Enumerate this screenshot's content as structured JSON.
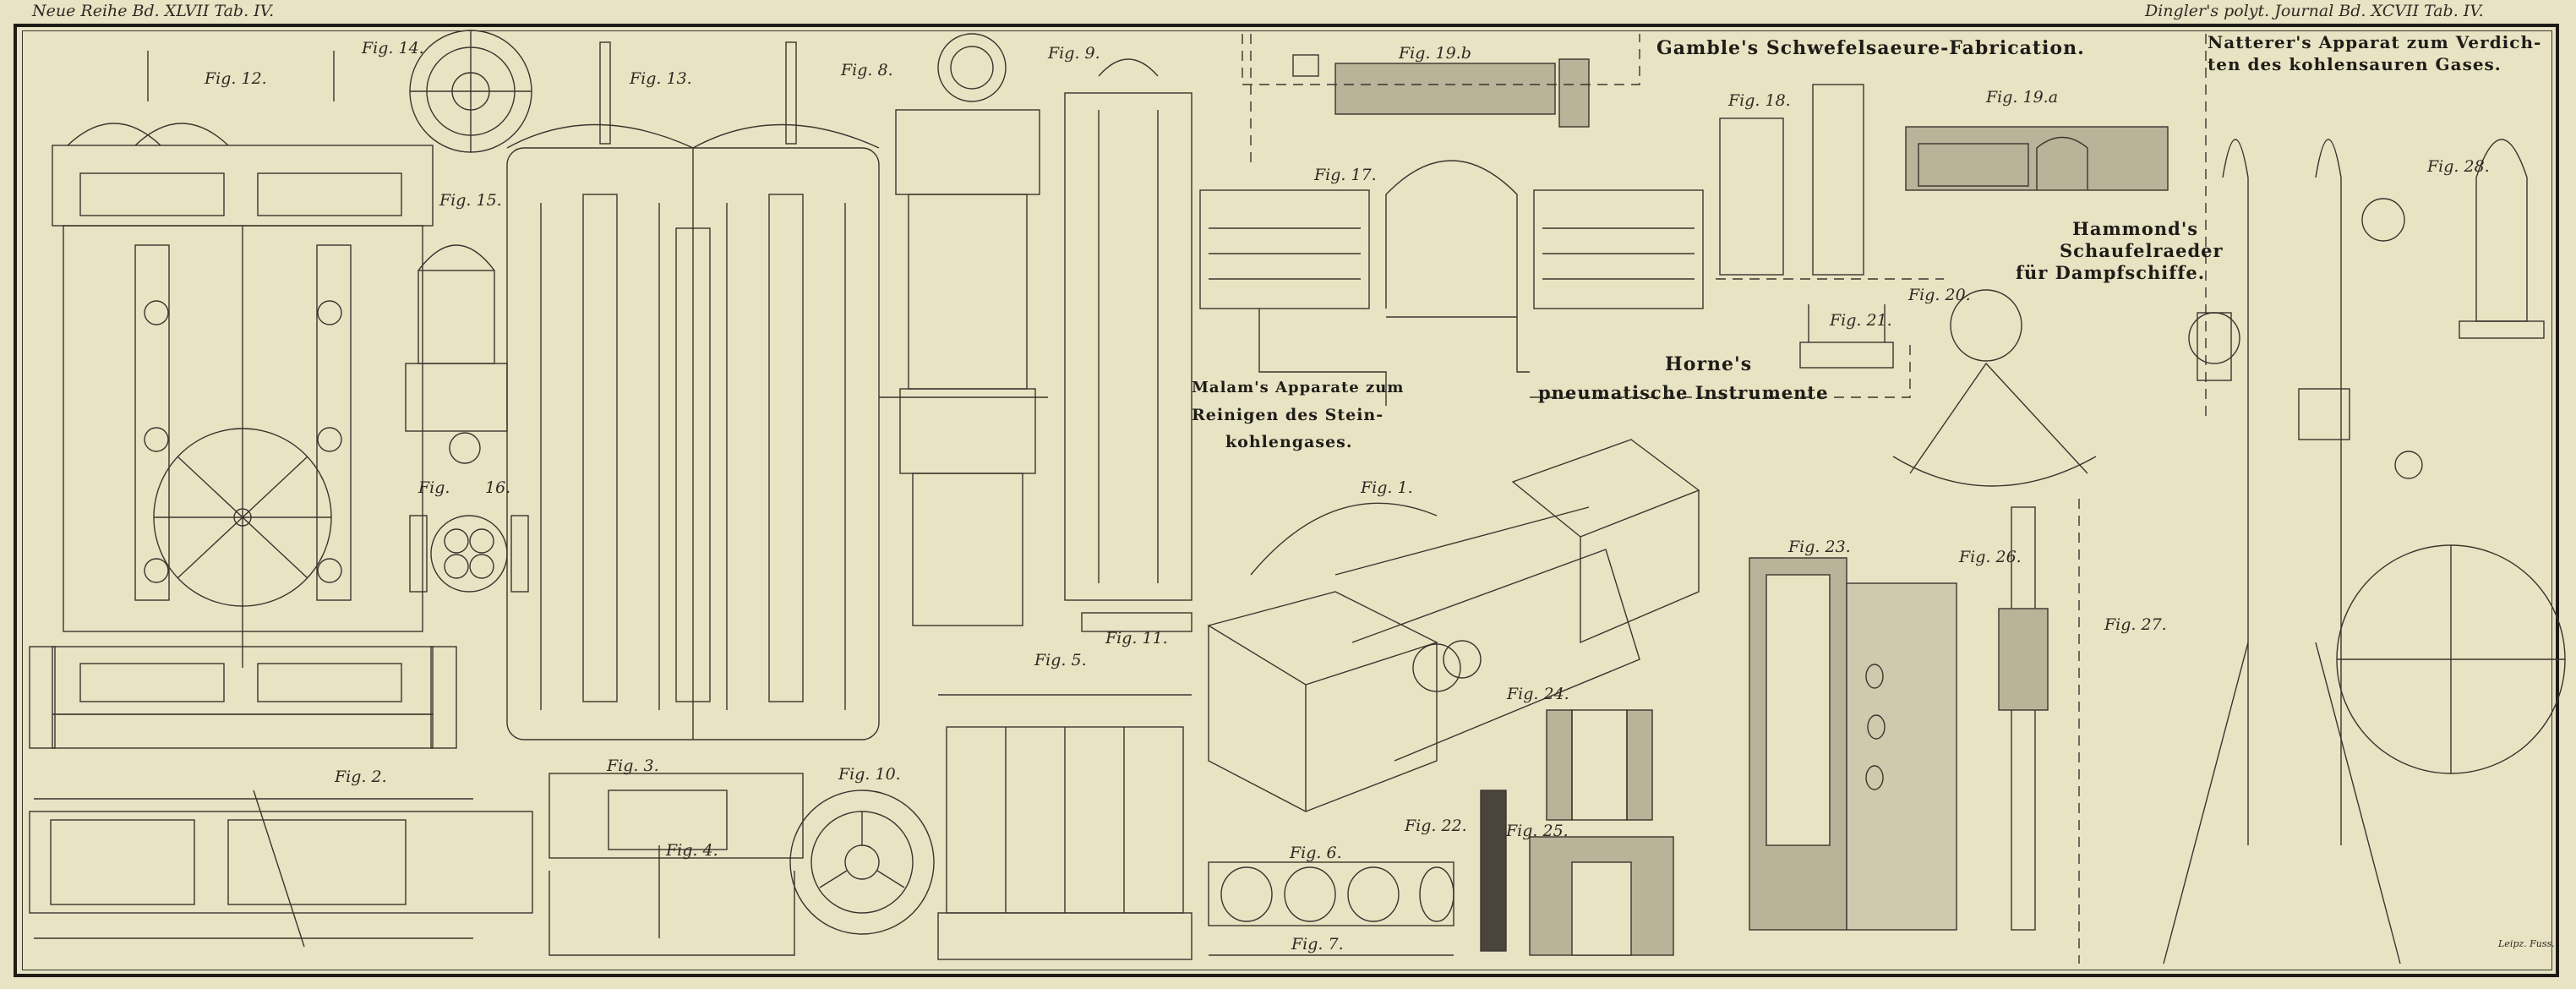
{
  "header": {
    "left": "Neue Reihe Bd. XLVII Tab. IV.",
    "right": "Dingler's polyt. Journal Bd. XCVII Tab. IV."
  },
  "titles": {
    "gamble": "Gamble's Schwefelsaeure-Fabrication.",
    "natterer_line1": "Natterer's Apparat zum Verdich-",
    "natterer_line2": "ten des kohlensauren Gases.",
    "hammond_line1": "Hammond's",
    "hammond_line2": "Schaufelraeder",
    "hammond_line3": "für Dampfschiffe.",
    "malam_line1": "Malam's Apparate zum",
    "malam_line2": "Reinigen des Stein-",
    "malam_line3": "kohlengases.",
    "horne_line1": "Horne's",
    "horne_line2": "pneumatische Instrumente"
  },
  "figures": {
    "fig1": "Fig. 1.",
    "fig2": "Fig. 2.",
    "fig3": "Fig. 3.",
    "fig4": "Fig. 4.",
    "fig5": "Fig. 5.",
    "fig6": "Fig. 6.",
    "fig7": "Fig. 7.",
    "fig8": "Fig. 8.",
    "fig9": "Fig. 9.",
    "fig10": "Fig. 10.",
    "fig11": "Fig. 11.",
    "fig12": "Fig. 12.",
    "fig13": "Fig. 13.",
    "fig14": "Fig. 14.",
    "fig15": "Fig. 15.",
    "fig16a": "Fig.",
    "fig16b": "16.",
    "fig17": "Fig. 17.",
    "fig18": "Fig. 18.",
    "fig19a": "Fig. 19.a",
    "fig19b": "Fig. 19.b",
    "fig20": "Fig. 20.",
    "fig21": "Fig. 21.",
    "fig22": "Fig. 22.",
    "fig23": "Fig. 23.",
    "fig24": "Fig. 24.",
    "fig25": "Fig. 25.",
    "fig26": "Fig. 26.",
    "fig27": "Fig. 27.",
    "fig28": "Fig. 28."
  },
  "scale_note": "Leipz. Fuss.",
  "colors": {
    "paper": "#e8e3c3",
    "ink": "#2a2620"
  }
}
